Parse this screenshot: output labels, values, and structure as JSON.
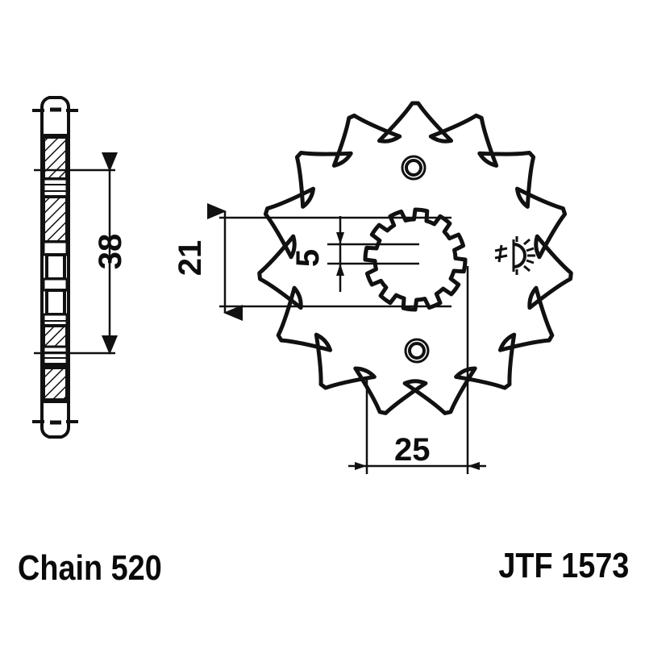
{
  "drawing": {
    "type": "engineering-drawing",
    "subject": "motorcycle front sprocket",
    "views": {
      "section": {
        "name": "side-section-view",
        "label": ""
      },
      "front": {
        "name": "front-view",
        "label": ""
      }
    }
  },
  "dimensions": {
    "thickness_38": "38",
    "bore_21": "21",
    "keyway_5": "5",
    "hub_25": "25"
  },
  "footer": {
    "chain_label": "Chain 520",
    "part_number": "JTF 1573"
  },
  "part": {
    "teeth_count": 15,
    "chain_size": "520",
    "code": "JTF 1573"
  },
  "symbols": {
    "surface_finish": "burr-free-symbol"
  },
  "colors": {
    "line": "#111111",
    "background": "#ffffff",
    "text": "#0d0d0d"
  }
}
